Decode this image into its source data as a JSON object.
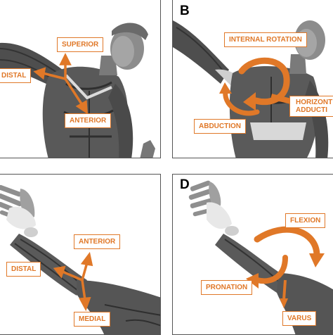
{
  "panels": [
    {
      "letter": "",
      "labels": {
        "superior": "SUPERIOR",
        "distal": "DISTAL",
        "anterior": "ANTERIOR"
      }
    },
    {
      "letter": "B",
      "labels": {
        "internal_rotation": "INTERNAL ROTATION",
        "horizontal_adduction_line1": "HORIZONT",
        "horizontal_adduction_line2": "ADDUCTI",
        "abduction": "ABDUCTION"
      }
    },
    {
      "letter": "",
      "labels": {
        "anterior": "ANTERIOR",
        "distal": "DISTAL",
        "medial": "MEDIAL"
      }
    },
    {
      "letter": "D",
      "labels": {
        "flexion": "FLEXION",
        "pronation": "PRONATION",
        "varus": "VARUS"
      }
    }
  ],
  "colors": {
    "accent": "#e07828",
    "muscle": "#5b5b5b",
    "body": "#8a8a8a",
    "panel_border": "#555555"
  }
}
